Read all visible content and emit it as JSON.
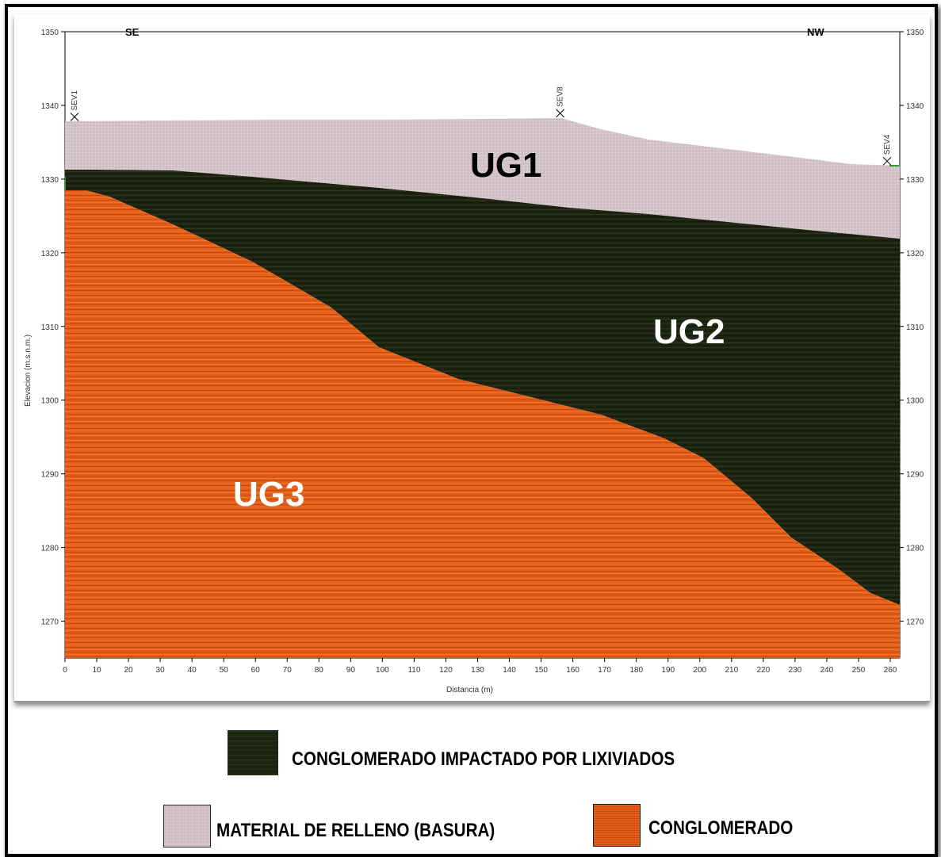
{
  "colors": {
    "ug1_fill": "#d4c4ca",
    "ug2_fill": "#1e2412",
    "ug3_fill": "#e45f1a",
    "ground_line": "#3a9a3a"
  },
  "section": {
    "dir_left": "SE",
    "dir_right": "NW",
    "xlabel": "Distancia (m)",
    "ylabel": "Elevacion (m.s.n.m.)",
    "x_ticks": [
      "0",
      "10",
      "20",
      "30",
      "40",
      "50",
      "60",
      "70",
      "80",
      "90",
      "100",
      "110",
      "120",
      "130",
      "140",
      "150",
      "160",
      "170",
      "180",
      "190",
      "200",
      "210",
      "220",
      "230",
      "240",
      "250",
      "260"
    ],
    "y_ticks": [
      "1350",
      "1340",
      "1330",
      "1320",
      "1310",
      "1300",
      "1290",
      "1280",
      "1270"
    ],
    "xlim": [
      0,
      263
    ],
    "ylim": [
      1265,
      1350
    ],
    "stations": [
      {
        "name": "SEV1",
        "x": 3,
        "elev": 1338
      },
      {
        "name": "SEV8",
        "x": 156,
        "elev": 1338.5
      },
      {
        "name": "SEV4",
        "x": 259,
        "elev": 1332
      }
    ],
    "unit_labels": {
      "ug1": "UG1",
      "ug2": "UG2",
      "ug3": "UG3"
    }
  },
  "legend": {
    "ug2": "CONGLOMERADO IMPACTADO POR LIXIVIADOS",
    "ug1": "MATERIAL DE RELLENO (BASURA)",
    "ug3": "CONGLOMERADO"
  }
}
